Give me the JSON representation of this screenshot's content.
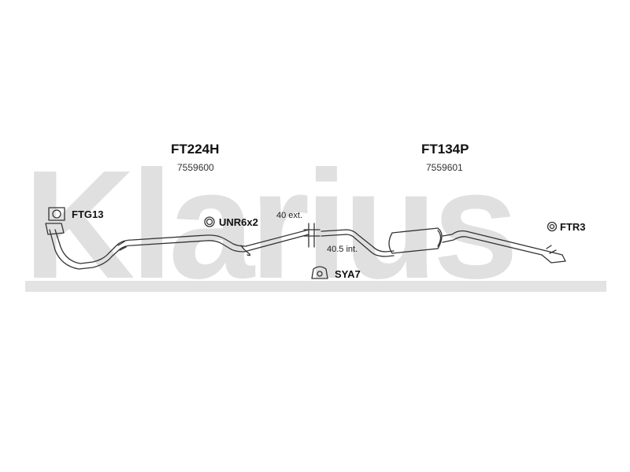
{
  "watermark": {
    "brand": "Klarius"
  },
  "parts": {
    "front": {
      "code": "FT224H",
      "number": "7559600"
    },
    "rear": {
      "code": "FT134P",
      "number": "7559601"
    }
  },
  "accessories": {
    "gasket": {
      "code": "FTG13"
    },
    "clamp": {
      "code": "UNR6x2"
    },
    "hanger_mid": {
      "code": "SYA7"
    },
    "hanger_rear": {
      "code": "FTR3"
    }
  },
  "dimensions": {
    "ext": "40 ext.",
    "int": "40.5 int."
  },
  "colors": {
    "line": "#333333",
    "watermark": "#e0e0e0"
  }
}
